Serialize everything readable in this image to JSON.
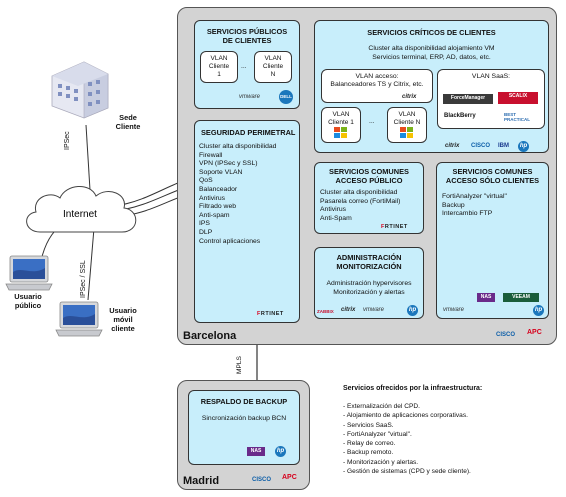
{
  "datacenters": {
    "barcelona": "Barcelona",
    "madrid": "Madrid"
  },
  "sites": {
    "sede": [
      "Sede",
      "Cliente"
    ],
    "usuario_publico": [
      "Usuario",
      "público"
    ],
    "usuario_movil": [
      "Usuario",
      "móvil",
      "cliente"
    ]
  },
  "links": {
    "ipsec": "IPSec",
    "ipsec_ssl": "IPSec / SSL",
    "internet": "Internet",
    "mpls": "MPLS"
  },
  "servicios_publicos": {
    "title": [
      "SERVICIOS PÚBLICOS",
      "DE CLIENTES"
    ],
    "vlan1": [
      "VLAN",
      "Cliente",
      "1"
    ],
    "dots": "...",
    "vlanN": [
      "VLAN",
      "Cliente",
      "N"
    ]
  },
  "servicios_criticos": {
    "title": "SERVICIOS CRÍTICOS DE CLIENTES",
    "lines": [
      "Cluster alta disponibilidad alojamiento VM",
      "Servicios terminal, ERP, AD, datos, etc."
    ],
    "vlan_acceso_title": "VLAN acceso:",
    "vlan_acceso_sub": "Balanceadores TS y Citrix, etc.",
    "vlan_saas": "VLAN SaaS:",
    "vlan1": [
      "VLAN",
      "Cliente 1"
    ],
    "dots": "...",
    "vlanN": [
      "VLAN",
      "Cliente N"
    ]
  },
  "seguridad": {
    "title": "SEGURIDAD PERIMETRAL",
    "items": [
      "Cluster alta disponibilidad",
      "Firewall",
      "VPN (IPSec y SSL)",
      "Soporte VLAN",
      "QoS",
      "Balanceador",
      "Antivirus",
      "Filtrado web",
      "Anti-spam",
      "IPS",
      "DLP",
      "Control aplicaciones"
    ]
  },
  "comunes_publico": {
    "title": [
      "SERVICIOS COMUNES",
      "ACCESO PÚBLICO"
    ],
    "items": [
      "Cluster alta disponibilidad",
      "Pasarela correo (FortiMail)",
      "Antivirus",
      "Anti-Spam"
    ]
  },
  "comunes_clientes": {
    "title": [
      "SERVICIOS COMUNES",
      "ACCESO SÓLO CLIENTES"
    ],
    "items": [
      "FortiAnalyzer \"virtual\"",
      "Backup",
      "Intercambio FTP"
    ]
  },
  "administracion": {
    "title": [
      "ADMINISTRACIÓN",
      "MONITORIZACIÓN"
    ],
    "items": [
      "Administración hypervisores",
      "Monitorización y alertas"
    ]
  },
  "respaldo": {
    "title": "RESPALDO DE BACKUP",
    "item": "Sincronización backup BCN"
  },
  "ofrecidos": {
    "title": "Servicios ofrecidos por la infraestructura:",
    "items": [
      "- Externalización del CPD.",
      "- Alojamiento de aplicaciones corporativas.",
      "- Servicios SaaS.",
      "- FortiAnalyzer \"virtual\".",
      "- Relay de correo.",
      "- Backup remoto.",
      "- Monitorización y alertas.",
      "- Gestión de sistemas (CPD y sede cliente)."
    ]
  },
  "logos": {
    "fortinet": [
      "F",
      "RTINET"
    ],
    "vmware": "vmware",
    "citrix": "citrix",
    "cisco": "CISCO",
    "ibm": "IBM",
    "hp": "hp",
    "apc": "APC",
    "dell": "DELL",
    "blackberry": "BlackBerry",
    "forcemanager": "ForceManager",
    "scalix": "SCALIX",
    "bestpractical": "BEST PRACTICAL",
    "veeam": "VEEAM",
    "zabbix": "ZABBIX",
    "nas": "NAS"
  }
}
